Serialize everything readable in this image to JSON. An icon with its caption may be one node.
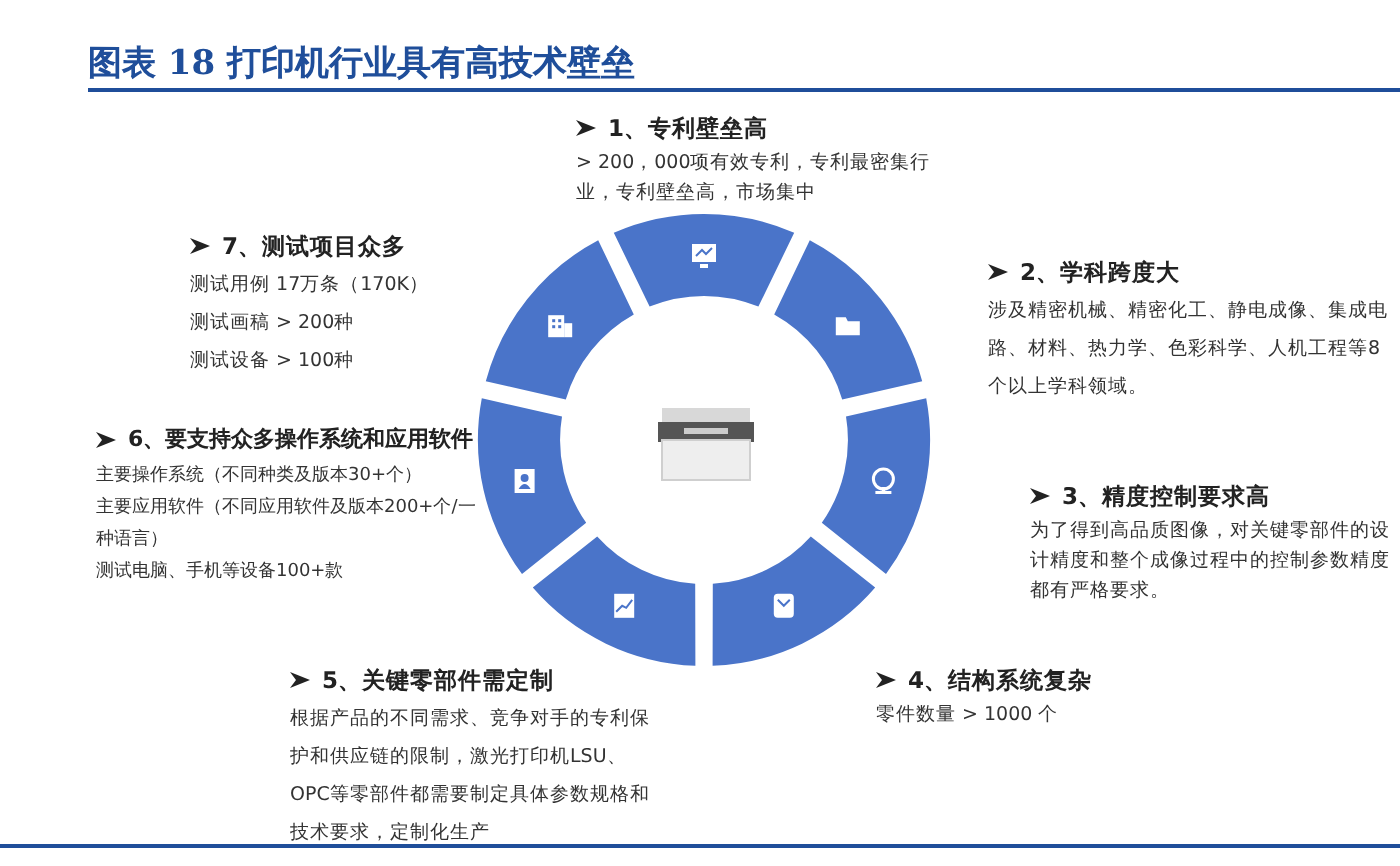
{
  "diagram": {
    "title": "图表 18 打印机行业具有高技术壁垒",
    "nodes": [
      {
        "text": [
          "1、专利壁垒高",
          "> 200，000项有效专利，专利最密集行业，专利壁垒高，市场集中"
        ]
      },
      {
        "text": [
          "2、学科跨度大",
          "涉及精密机械、精密化工、静电成像、集成电路、材料、热力学、色彩科学、人机工程等8个以上学科领域。"
        ]
      },
      {
        "text": [
          "3、精度控制要求高",
          "为了得到高品质图像，对关键零部件的设计精度和整个成像过程中的控制参数精度都有严格要求。"
        ]
      },
      {
        "text": [
          "4、结构系统复杂",
          "零件数量 > 1000 个"
        ]
      },
      {
        "text": [
          "5、关键零部件需定制",
          "根据产品的不同需求、竞争对手的专利保护和供应链的限制，激光打印机LSU、OPC等零部件都需要制定具体参数规格和技术要求，定制化生产"
        ]
      },
      {
        "text": [
          "6、要支持众多操作系统和应用软件",
          "主要操作系统（不同种类及版本30+个）",
          "主要应用软件（不同应用软件及版本200+个/一种语言）",
          "测试电脑、手机等设备100+款"
        ]
      },
      {
        "text": [
          "7、测试项目众多",
          "测试用例 17万条（170K）",
          "测试画稿 > 200种",
          "测试设备 > 100种"
        ]
      }
    ]
  }
}
